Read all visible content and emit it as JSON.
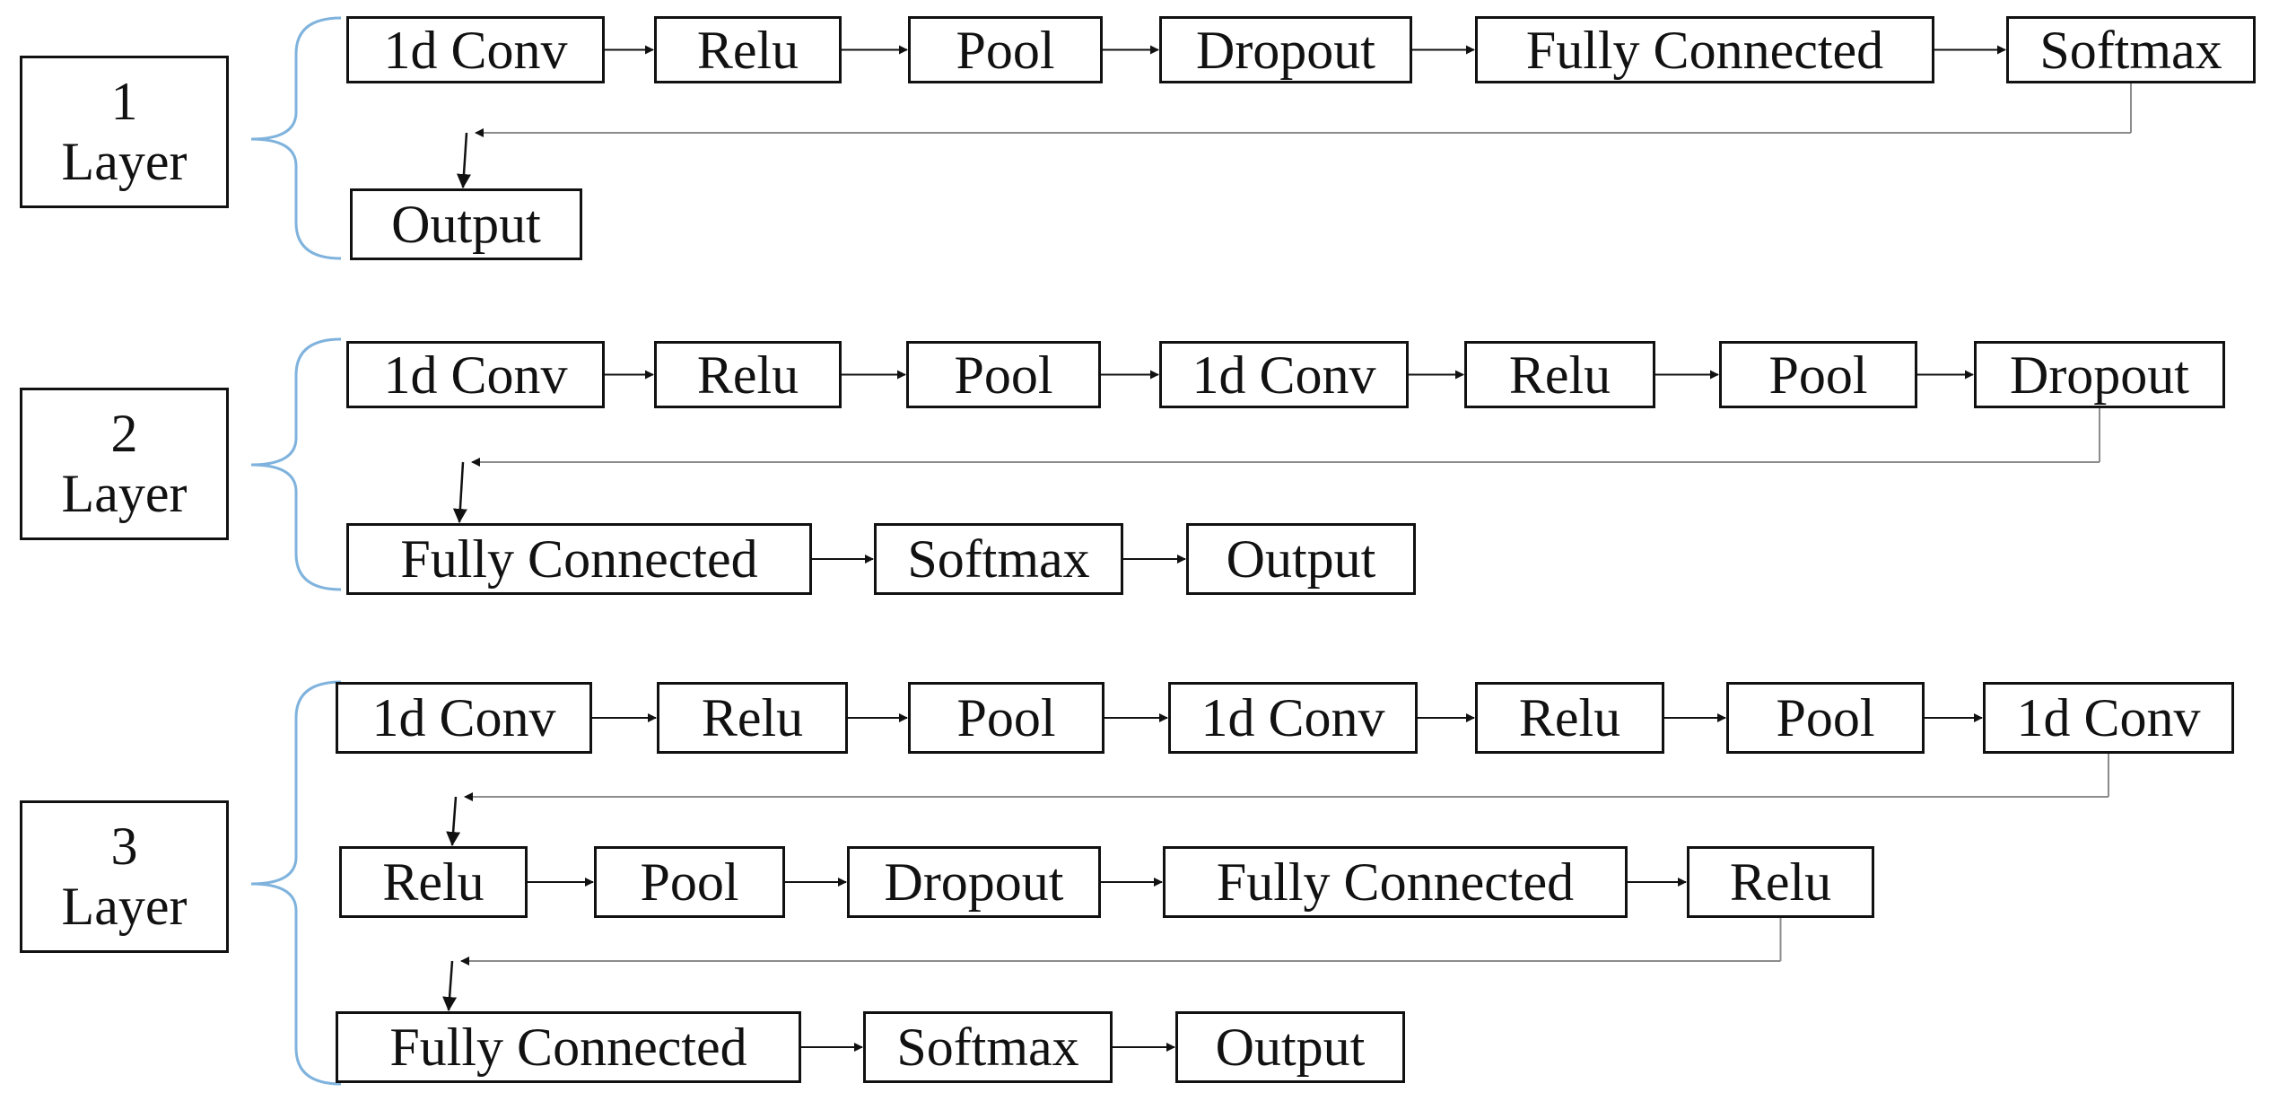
{
  "colors": {
    "box_border": "#111111",
    "arrow": "#111111",
    "return_line": "#8c8c8c",
    "brace": "#7fb3dd"
  },
  "groups": [
    {
      "label_number": "1",
      "label_word": "Layer",
      "rows": [
        [
          "1d Conv",
          "Relu",
          "Pool",
          "Dropout",
          "Fully Connected",
          "Softmax"
        ],
        [
          "Output"
        ]
      ]
    },
    {
      "label_number": "2",
      "label_word": "Layer",
      "rows": [
        [
          "1d Conv",
          "Relu",
          "Pool",
          "1d Conv",
          "Relu",
          "Pool",
          "Dropout"
        ],
        [
          "Fully Connected",
          "Softmax",
          "Output"
        ]
      ]
    },
    {
      "label_number": "3",
      "label_word": "Layer",
      "rows": [
        [
          "1d Conv",
          "Relu",
          "Pool",
          "1d Conv",
          "Relu",
          "Pool",
          "1d Conv"
        ],
        [
          "Relu",
          "Pool",
          "Dropout",
          "Fully Connected",
          "Relu"
        ],
        [
          "Fully Connected",
          "Softmax",
          "Output"
        ]
      ]
    }
  ]
}
